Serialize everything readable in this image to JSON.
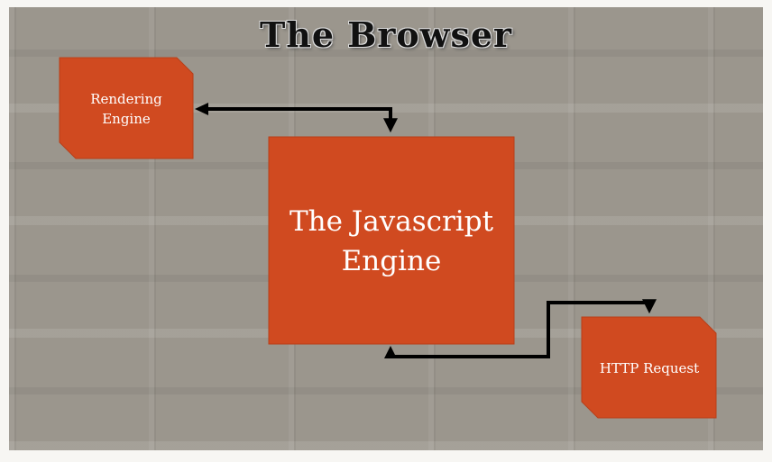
{
  "title": "The Browser",
  "nodes": {
    "rendering_engine": "Rendering Engine",
    "javascript_engine": "The Javascript Engine",
    "http_request": "HTTP Request"
  },
  "colors": {
    "box": "#d04a20",
    "arrow": "#000000",
    "background": "#9b968d"
  }
}
